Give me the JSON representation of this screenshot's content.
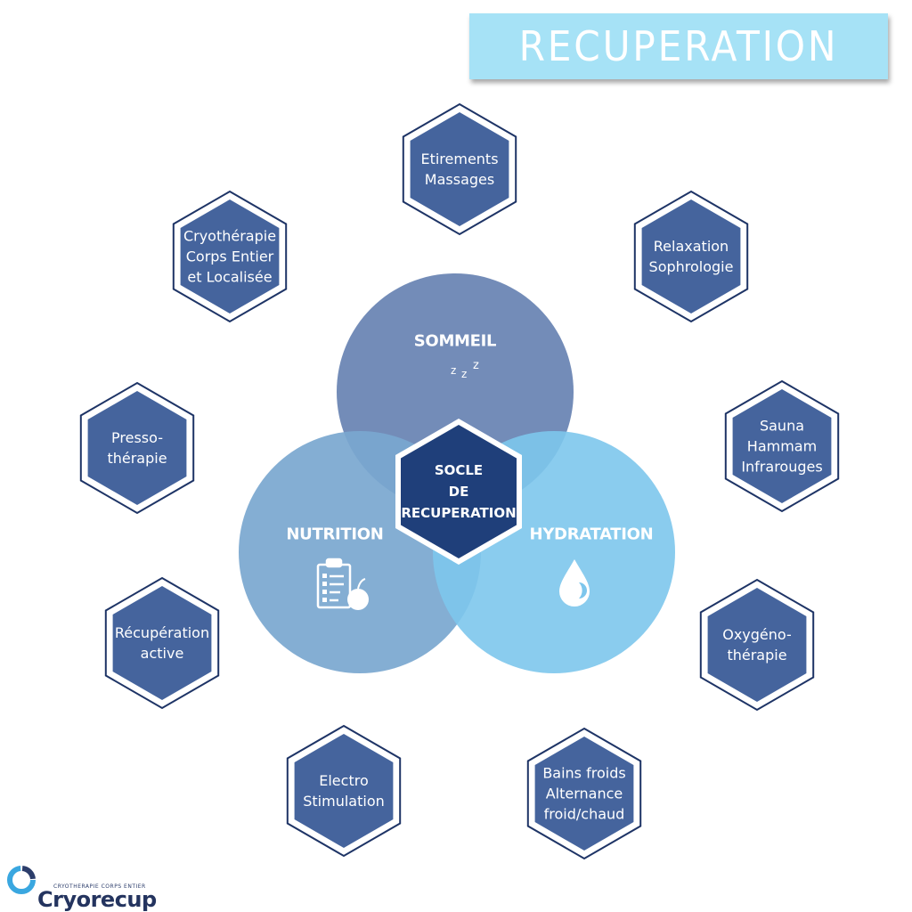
{
  "title": "RECUPERATION",
  "colors": {
    "banner": "#a6e2f6",
    "hex_fill": "#45649d",
    "hex_border": "#1e3466",
    "center_hex": "#1f3f7a",
    "sommeil_circle": "#6b86b4",
    "nutrition_circle": "#79a7cf",
    "hydratation_circle": "#7dc6ec"
  },
  "center": {
    "lines": [
      "SOCLE",
      "DE",
      "RECUPERATION"
    ]
  },
  "circles": [
    {
      "label": "SOMMEIL",
      "icon": "moon-zzz-icon"
    },
    {
      "label": "NUTRITION",
      "icon": "clipboard-apple-icon"
    },
    {
      "label": "HYDRATATION",
      "icon": "water-drop-icon"
    }
  ],
  "hexagons": [
    {
      "lines": [
        "Etirements",
        "Massages"
      ]
    },
    {
      "lines": [
        "Relaxation",
        "Sophrologie"
      ]
    },
    {
      "lines": [
        "Sauna",
        "Hammam",
        "Infrarouges"
      ]
    },
    {
      "lines": [
        "Oxygéno-",
        "thérapie"
      ]
    },
    {
      "lines": [
        "Bains froids",
        "Alternance",
        "froid/chaud"
      ]
    },
    {
      "lines": [
        "Electro",
        "Stimulation"
      ]
    },
    {
      "lines": [
        "Récupération",
        "active"
      ]
    },
    {
      "lines": [
        "Presso-",
        "thérapie"
      ]
    },
    {
      "lines": [
        "Cryothérapie",
        "Corps Entier",
        "et Localisée"
      ]
    }
  ],
  "brand": {
    "tagline": "CRYOTHERAPIE CORPS ENTIER",
    "name": "Cryorecup",
    "logo_icon": "cryorecup-ring-logo-icon"
  }
}
